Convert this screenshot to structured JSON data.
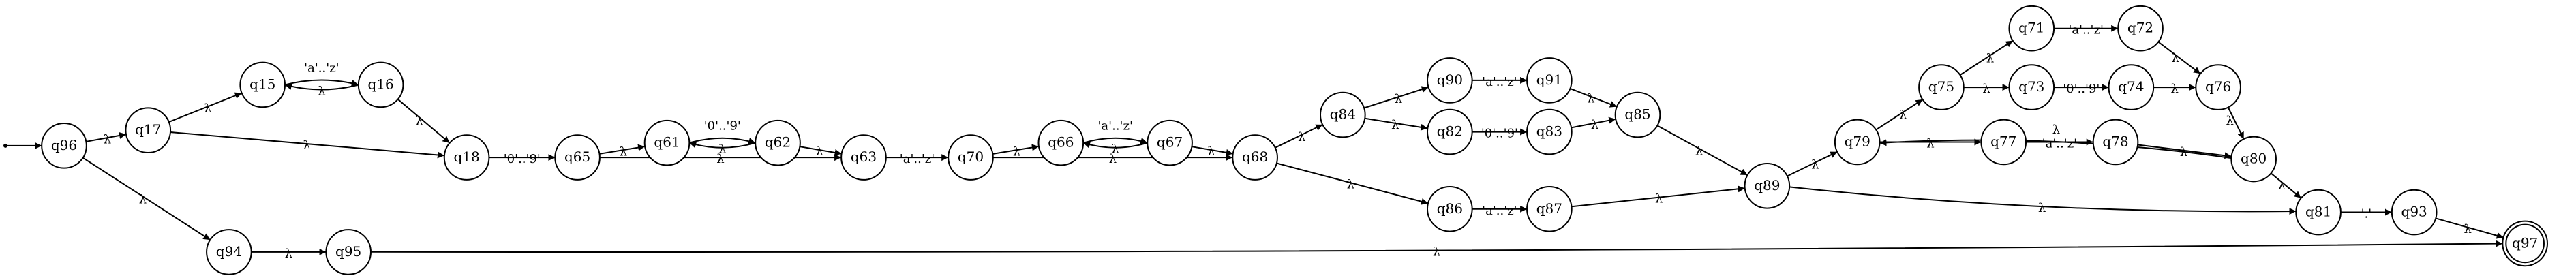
{
  "diagram": {
    "type": "nfa-state-diagram",
    "start_state": "q96",
    "accept_states": [
      "q97"
    ],
    "states": [
      "q96",
      "q17",
      "q15",
      "q16",
      "q18",
      "q65",
      "q61",
      "q62",
      "q63",
      "q70",
      "q66",
      "q67",
      "q68",
      "q84",
      "q90",
      "q91",
      "q82",
      "q83",
      "q85",
      "q86",
      "q87",
      "q89",
      "q79",
      "q75",
      "q71",
      "q72",
      "q73",
      "q74",
      "q76",
      "q77",
      "q78",
      "q80",
      "q81",
      "q93",
      "q97",
      "q94",
      "q95"
    ],
    "transitions": [
      {
        "from": "q96",
        "to": "q17",
        "label": "λ"
      },
      {
        "from": "q96",
        "to": "q94",
        "label": "λ"
      },
      {
        "from": "q17",
        "to": "q15",
        "label": "λ"
      },
      {
        "from": "q17",
        "to": "q18",
        "label": "λ"
      },
      {
        "from": "q15",
        "to": "q16",
        "label": "'a'..'z'"
      },
      {
        "from": "q16",
        "to": "q15",
        "label": "λ"
      },
      {
        "from": "q16",
        "to": "q18",
        "label": "λ"
      },
      {
        "from": "q18",
        "to": "q65",
        "label": "'0'..'9'"
      },
      {
        "from": "q65",
        "to": "q61",
        "label": "λ"
      },
      {
        "from": "q65",
        "to": "q63",
        "label": "λ"
      },
      {
        "from": "q61",
        "to": "q62",
        "label": "'0'..'9'"
      },
      {
        "from": "q62",
        "to": "q61",
        "label": "λ"
      },
      {
        "from": "q62",
        "to": "q63",
        "label": "λ"
      },
      {
        "from": "q63",
        "to": "q70",
        "label": "'a'..'z'"
      },
      {
        "from": "q70",
        "to": "q66",
        "label": "λ"
      },
      {
        "from": "q70",
        "to": "q68",
        "label": "λ"
      },
      {
        "from": "q66",
        "to": "q67",
        "label": "'a'..'z'"
      },
      {
        "from": "q67",
        "to": "q66",
        "label": "λ"
      },
      {
        "from": "q67",
        "to": "q68",
        "label": "λ"
      },
      {
        "from": "q68",
        "to": "q84",
        "label": "λ"
      },
      {
        "from": "q68",
        "to": "q86",
        "label": "λ"
      },
      {
        "from": "q84",
        "to": "q90",
        "label": "λ"
      },
      {
        "from": "q84",
        "to": "q82",
        "label": "λ"
      },
      {
        "from": "q90",
        "to": "q91",
        "label": "'a'..'z'"
      },
      {
        "from": "q91",
        "to": "q85",
        "label": "λ"
      },
      {
        "from": "q82",
        "to": "q83",
        "label": "'0'..'9'"
      },
      {
        "from": "q83",
        "to": "q85",
        "label": "λ"
      },
      {
        "from": "q85",
        "to": "q89",
        "label": "λ"
      },
      {
        "from": "q86",
        "to": "q87",
        "label": "'a'..'z'"
      },
      {
        "from": "q87",
        "to": "q89",
        "label": "λ"
      },
      {
        "from": "q89",
        "to": "q79",
        "label": "λ"
      },
      {
        "from": "q89",
        "to": "q81",
        "label": "λ"
      },
      {
        "from": "q79",
        "to": "q75",
        "label": "λ"
      },
      {
        "from": "q79",
        "to": "q77",
        "label": "λ"
      },
      {
        "from": "q75",
        "to": "q71",
        "label": "λ"
      },
      {
        "from": "q75",
        "to": "q73",
        "label": "λ"
      },
      {
        "from": "q71",
        "to": "q72",
        "label": "'a'..'z'"
      },
      {
        "from": "q72",
        "to": "q76",
        "label": "λ"
      },
      {
        "from": "q73",
        "to": "q74",
        "label": "'0'..'9'"
      },
      {
        "from": "q74",
        "to": "q76",
        "label": "λ"
      },
      {
        "from": "q76",
        "to": "q80",
        "label": "λ"
      },
      {
        "from": "q77",
        "to": "q78",
        "label": "'a'..'z'"
      },
      {
        "from": "q78",
        "to": "q80",
        "label": "λ"
      },
      {
        "from": "q80",
        "to": "q79",
        "label": "λ"
      },
      {
        "from": "q80",
        "to": "q81",
        "label": "λ"
      },
      {
        "from": "q81",
        "to": "q93",
        "label": "'.'"
      },
      {
        "from": "q93",
        "to": "q97",
        "label": "λ"
      },
      {
        "from": "q94",
        "to": "q95",
        "label": "λ"
      },
      {
        "from": "q95",
        "to": "q97",
        "label": "λ"
      }
    ]
  }
}
